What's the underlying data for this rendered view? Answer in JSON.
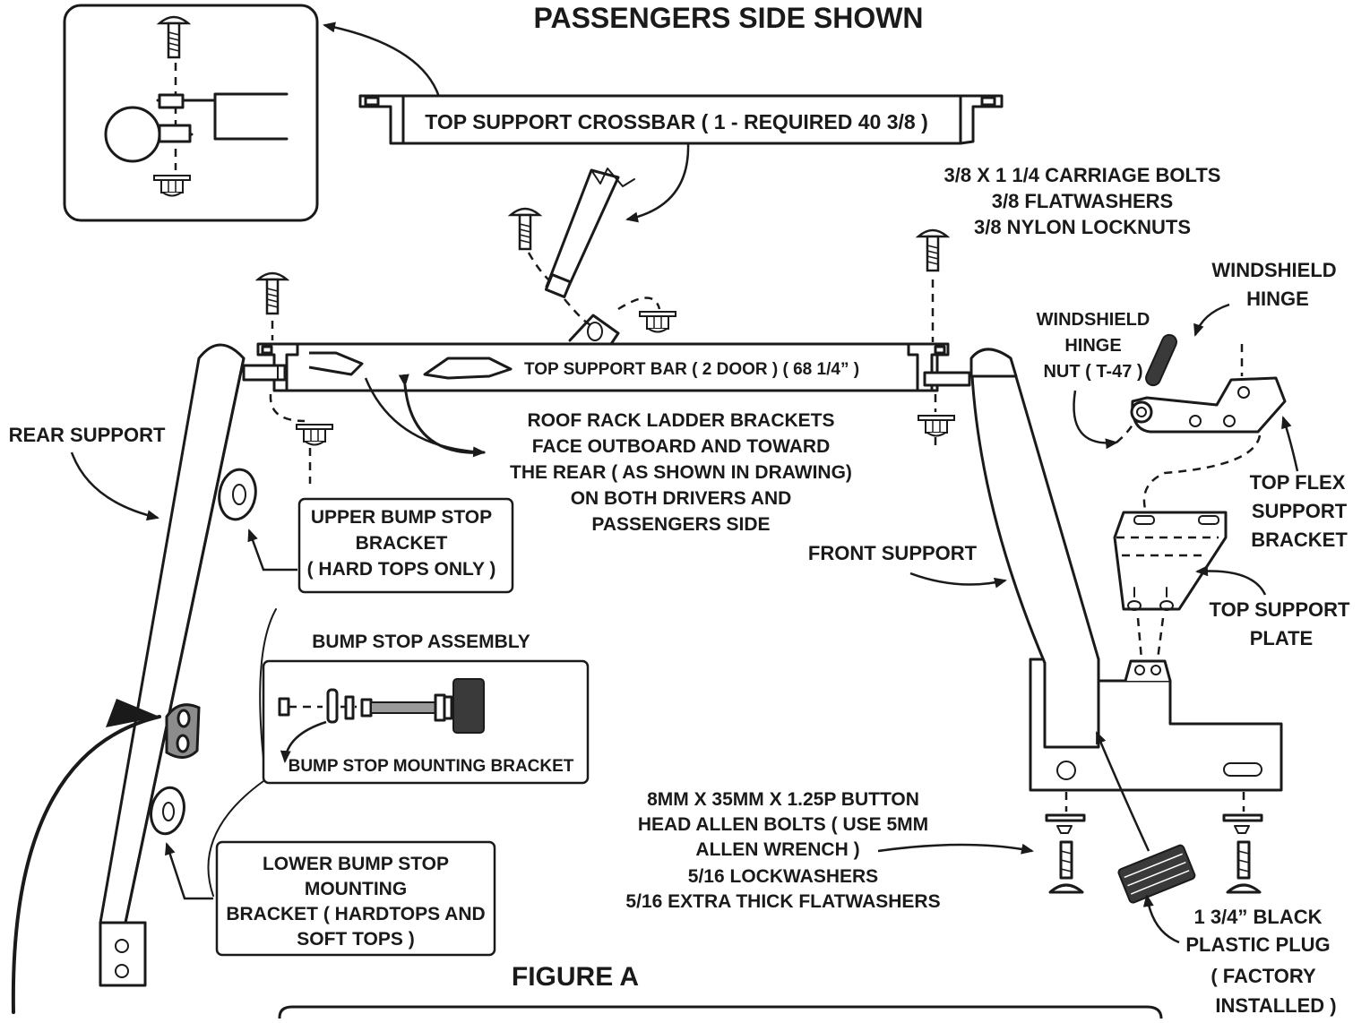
{
  "title": "PASSENGERS SIDE SHOWN",
  "figure_caption": "FIGURE A",
  "labels": {
    "top_crossbar": "TOP SUPPORT CROSSBAR ( 1 - REQUIRED 40 3/8 )",
    "top_bar": "TOP SUPPORT BAR ( 2 DOOR ) ( 68 1/4” )",
    "hardware_1": "3/8 X 1 1/4 CARRIAGE BOLTS",
    "hardware_2": "3/8 FLATWASHERS",
    "hardware_3": "3/8 NYLON LOCKNUTS",
    "windshield_hinge_1": "WINDSHIELD",
    "windshield_hinge_2": "HINGE",
    "hinge_nut_1": "WINDSHIELD",
    "hinge_nut_2": "HINGE",
    "hinge_nut_3": "NUT ( T-47 )",
    "ladder_1": "ROOF RACK LADDER BRACKETS",
    "ladder_2": "FACE OUTBOARD AND TOWARD",
    "ladder_3": "THE REAR ( AS SHOWN IN DRAWING)",
    "ladder_4": "ON BOTH DRIVERS AND",
    "ladder_5": "PASSENGERS SIDE",
    "rear_support": "REAR SUPPORT",
    "front_support": "FRONT SUPPORT",
    "top_flex_1": "TOP FLEX",
    "top_flex_2": "SUPPORT",
    "top_flex_3": "BRACKET",
    "top_plate_1": "TOP SUPPORT",
    "top_plate_2": "PLATE",
    "upper_bump_1": "UPPER BUMP STOP",
    "upper_bump_2": "BRACKET",
    "upper_bump_3": "( HARD TOPS ONLY )",
    "bump_assembly": "BUMP STOP ASSEMBLY",
    "bump_mount": "BUMP STOP MOUNTING BRACKET",
    "lower_bump_1": "LOWER BUMP STOP",
    "lower_bump_2": "MOUNTING",
    "lower_bump_3": "BRACKET ( HARDTOPS AND",
    "lower_bump_4": "SOFT TOPS )",
    "bolts_1": "8MM X 35MM X 1.25P BUTTON",
    "bolts_2": "HEAD ALLEN BOLTS ( USE 5MM",
    "bolts_3": "ALLEN WRENCH )",
    "bolts_4": "5/16 LOCKWASHERS",
    "bolts_5": "5/16 EXTRA THICK FLATWASHERS",
    "plug_1": "1 3/4” BLACK",
    "plug_2": "PLASTIC PLUG",
    "plug_3": "( FACTORY",
    "plug_4": "INSTALLED )"
  },
  "icons": [
    "carriage-bolt-icon",
    "locknut-icon",
    "allen-bolt-icon",
    "plastic-plug-icon",
    "bump-stop-icon"
  ]
}
